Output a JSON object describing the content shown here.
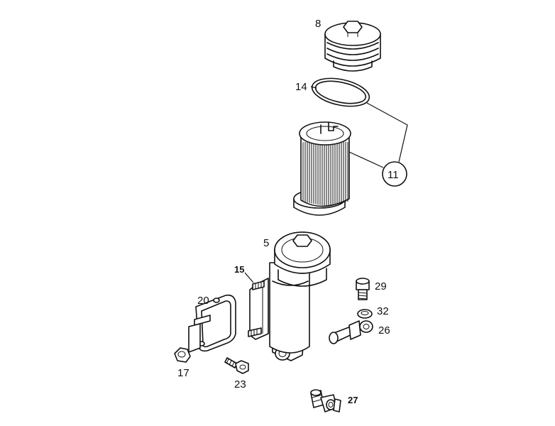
{
  "parts": [
    {
      "id": "part-8",
      "label": "8"
    },
    {
      "id": "part-14",
      "label": "14"
    },
    {
      "id": "part-11",
      "label": "11"
    },
    {
      "id": "part-5",
      "label": "5"
    },
    {
      "id": "part-15",
      "label": "15"
    },
    {
      "id": "part-29",
      "label": "29"
    },
    {
      "id": "part-20",
      "label": "20"
    },
    {
      "id": "part-32",
      "label": "32"
    },
    {
      "id": "part-26",
      "label": "26"
    },
    {
      "id": "part-17",
      "label": "17"
    },
    {
      "id": "part-23",
      "label": "23"
    },
    {
      "id": "part-27",
      "label": "27"
    }
  ]
}
